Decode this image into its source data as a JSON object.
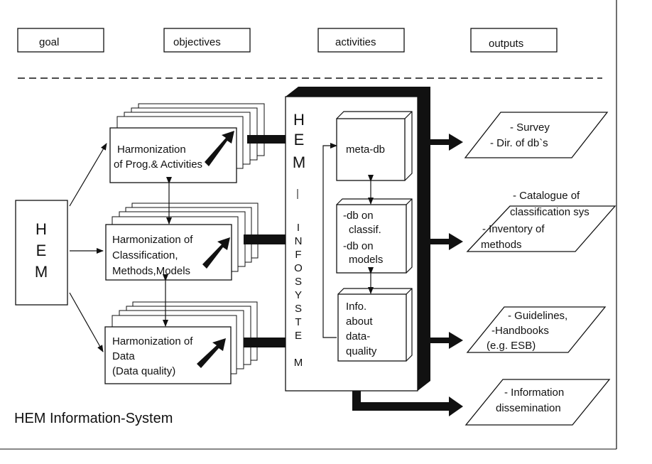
{
  "header": {
    "columns": [
      "goal",
      "objectives",
      "activities",
      "outputs"
    ]
  },
  "left": {
    "hem_box": [
      "H",
      "E",
      "M"
    ]
  },
  "harmonization": {
    "boxes": [
      {
        "lines": [
          "Harmonization",
          "of Prog.& Activities"
        ]
      },
      {
        "lines": [
          "Harmonization of",
          "Classification,",
          "Methods,Models"
        ]
      },
      {
        "lines": [
          "Harmonization of",
          "Data",
          "(Data quality)"
        ]
      }
    ]
  },
  "infosystem": {
    "hem_letters": [
      "H",
      "E",
      "M"
    ],
    "info_letters": [
      "I",
      "N",
      "F",
      "O",
      "S",
      "Y",
      "S",
      "T",
      "E",
      "M"
    ],
    "db_boxes": [
      {
        "lines": [
          "meta-db"
        ]
      },
      {
        "lines": [
          "-db on",
          "classif.",
          "-db on",
          "models"
        ]
      },
      {
        "lines": [
          "Info.",
          "about",
          "data-",
          "quality"
        ]
      }
    ]
  },
  "outputs": [
    {
      "lines": [
        "- Survey",
        "- Dir. of db`s"
      ]
    },
    {
      "lines": [
        "- Catalogue of",
        "classification sys",
        "- Inventory  of",
        "methods"
      ]
    },
    {
      "lines": [
        "- Guidelines,",
        "-Handbooks",
        "(e.g. ESB)"
      ]
    },
    {
      "lines": [
        "- Information",
        "dissemination"
      ]
    }
  ],
  "footer": {
    "title": "HEM Information-System"
  }
}
